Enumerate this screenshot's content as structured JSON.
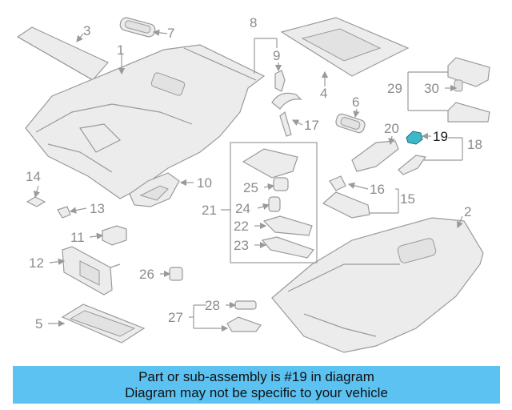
{
  "banner": {
    "line1": "Part or sub-assembly is #19 in diagram",
    "line2": "Diagram may not be specific to your vehicle",
    "background": "#5bc2f2"
  },
  "highlighted_part": "19",
  "highlight_color": "#3cb8c8",
  "callouts": [
    "1",
    "2",
    "3",
    "4",
    "5",
    "6",
    "7",
    "8",
    "9",
    "10",
    "11",
    "12",
    "13",
    "14",
    "15",
    "16",
    "17",
    "18",
    "19",
    "20",
    "21",
    "22",
    "23",
    "24",
    "25",
    "26",
    "27",
    "28",
    "29",
    "30"
  ]
}
